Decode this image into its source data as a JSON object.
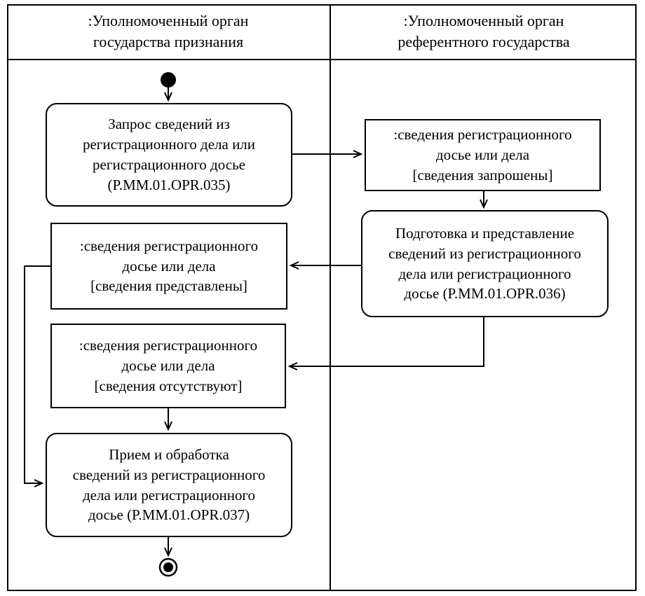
{
  "colors": {
    "line": "#000000",
    "text": "#000000",
    "background": "#ffffff"
  },
  "lanes": {
    "recognition_state": {
      "title_lines": [
        ":Уполномоченный орган",
        "государства признания"
      ]
    },
    "reference_state": {
      "title_lines": [
        ":Уполномоченный орган",
        "референтного государства"
      ]
    }
  },
  "nodes": {
    "action_035": {
      "type": "action",
      "lines": [
        "Запрос сведений из",
        "регистрационного дела или",
        "регистрационного досье",
        "(P.MM.01.OPR.035)"
      ]
    },
    "object_requested": {
      "type": "object",
      "lines": [
        ":сведения регистрационного",
        "досье или дела",
        "[сведения запрошены]"
      ]
    },
    "action_036": {
      "type": "action",
      "lines": [
        "Подготовка и представление",
        "сведений из регистрационного",
        "дела или регистрационного",
        "досье (P.MM.01.OPR.036)"
      ]
    },
    "object_provided": {
      "type": "object",
      "lines": [
        ":сведения регистрационного",
        "досье или дела",
        "[сведения представлены]"
      ]
    },
    "object_absent": {
      "type": "object",
      "lines": [
        ":сведения регистрационного",
        "досье или дела",
        "[сведения отсутствуют]"
      ]
    },
    "action_037": {
      "type": "action",
      "lines": [
        "Прием и обработка",
        "сведений из регистрационного",
        "дела или регистрационного",
        "досье (P.MM.01.OPR.037)"
      ]
    }
  }
}
